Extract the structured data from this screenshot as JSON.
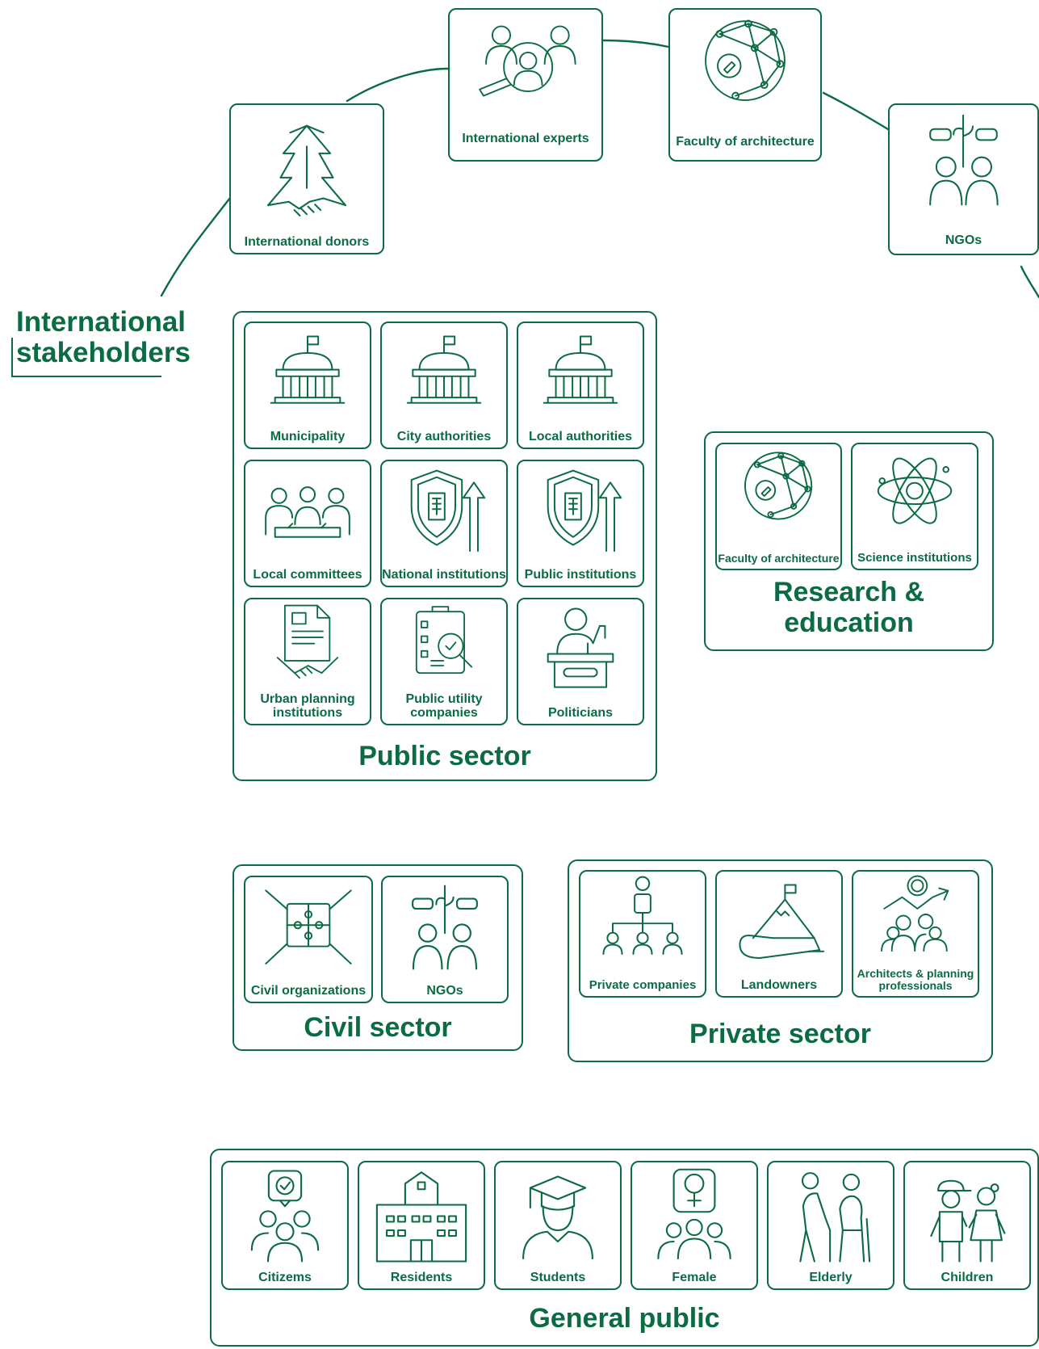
{
  "international": {
    "title": "International stakeholders",
    "cards": {
      "donors": "International donors",
      "experts": "International experts",
      "faculty": "Faculty of architecture",
      "ngos": "NGOs"
    }
  },
  "public_sector": {
    "title": "Public sector",
    "cards": {
      "municipality": "Municipality",
      "city_authorities": "City authorities",
      "local_authorities": "Local authorities",
      "local_committees": "Local committees",
      "national_institutions": "National institutions",
      "public_institutions": "Public institutions",
      "urban_planning": "Urban planning institutions",
      "public_utility": "Public utility companies",
      "politicians": "Politicians"
    }
  },
  "research": {
    "title": "Research & education",
    "cards": {
      "faculty": "Faculty of architecture",
      "science": "Science institutions"
    }
  },
  "civil_sector": {
    "title": "Civil sector",
    "cards": {
      "civil_organizations": "Civil organizations",
      "ngos": "NGOs"
    }
  },
  "private_sector": {
    "title": "Private sector",
    "cards": {
      "private_companies": "Private companies",
      "landowners": "Landowners",
      "architects": "Architects & planning professionals"
    }
  },
  "general_public": {
    "title": "General public",
    "cards": {
      "citizens": "Citizems",
      "residents": "Residents",
      "students": "Students",
      "female": "Female",
      "elderly": "Elderly",
      "children": "Children"
    }
  },
  "colors": {
    "primary": "#0b6b43"
  }
}
